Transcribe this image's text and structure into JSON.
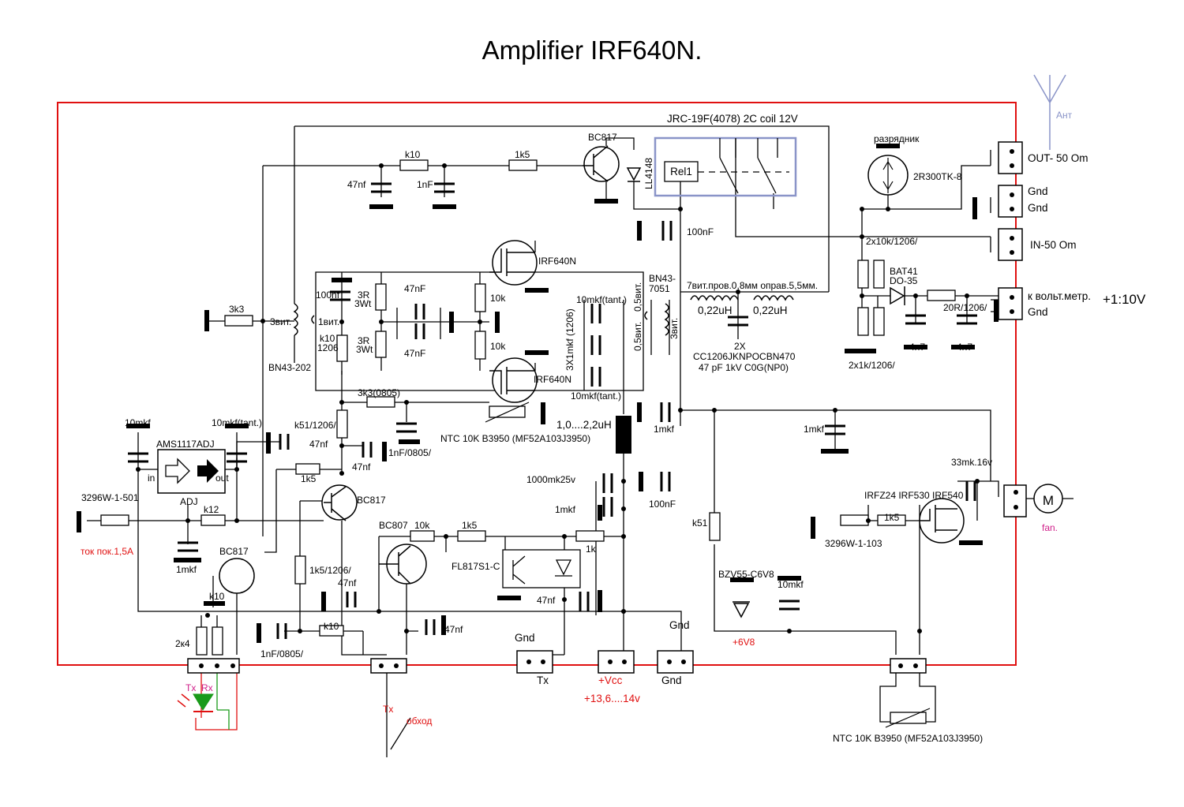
{
  "title": "Amplifier IRF640N.",
  "relay": {
    "caption": "JRC-19F(4078) 2C coil 12V",
    "name": "Rel1"
  },
  "antenna": "Ант",
  "arrester": {
    "label": "разрядник",
    "part": "2R300TK-8"
  },
  "ports": {
    "out": "OUT- 50 Om",
    "gnd1": "Gnd",
    "gnd2": "Gnd",
    "in": "IN-50 Om",
    "voltmeter": "к вольт.метр.",
    "ratio": "+1:10V",
    "voltmeter_gnd": "Gnd"
  },
  "labels": {
    "bc817_top": "BC817",
    "ll4148": "LL4148",
    "k10_top": "k10",
    "r1k5_top": "1k5",
    "c47nf_top": "47nf",
    "c1nf_top": "1nF",
    "c100nf_relay": "100nF",
    "irf640_top": "IRF640N",
    "irf640_bot": "IRF640N",
    "r3k3": "3k3",
    "vit3_left": "3вит.",
    "vit1": "1вит.",
    "bn43_202": "BN43-202",
    "c100nf_gate": "100nf",
    "r3r_a": "3R",
    "r3r_a2": "3Wt",
    "r3r_b": "3R",
    "r3r_b2": "3Wt",
    "k10_1206": "k10",
    "k10_1206b": "1206",
    "c47nf_a": "47nF",
    "c47nf_b": "47nF",
    "r10k_a": "10k",
    "r10k_b": "10k",
    "c10mkf_tant_top": "10mkf(tant.)",
    "c3x1mkf": "3X1mkf (1206)",
    "c10mkf_tant_bot": "10mkf(tant.)",
    "vit05a": "0,5вит.",
    "vit05b": "0,5вит.",
    "bn43_7051a": "BN43-",
    "bn43_7051b": "7051",
    "vit3_right": "3вит.",
    "coil_spec": "7вит.пров.0,8мм оправ.5,5мм.",
    "l022a": "0,22uH",
    "l022b": "0,22uH",
    "c2x": "2X",
    "cc1206": "CC1206JKNPOCBN470",
    "c47pf": "47 pF  1kV C0G(NP0)",
    "r2x10k": "2x10k/1206/",
    "bat41": "BAT41",
    "do35": "DO-35",
    "r20r": "20R/1206/",
    "c4n7a": "4n7",
    "c4n7b": "4n7",
    "r2x1k": "2x1k/1206/",
    "r3k3_0805": "3k3(0805)",
    "ntc_top": "NTC 10K B3950 (MF52A103J3950)",
    "l1_2uh": "1,0....2,2uH",
    "c1mkf_mid": "1mkf",
    "c1mkf_right": "1mkf",
    "c33mk": "33mk.16v",
    "irfz24": "IRFZ24 IRF530 IRF540",
    "fan": "fan.",
    "c10mkf_l": "10mkf",
    "c10mkf_tant_l": "10mkf(tant.)",
    "ams1117": "AMS1117ADJ",
    "in": "in",
    "out": "out",
    "adj": "ADJ",
    "k51_1206": "k51/1206/",
    "c47nf_l1": "47nf",
    "c47nf_l2": "47nf",
    "c1nf_0805": "1nF/0805/",
    "r1k5_l": "1k5",
    "bc817_mid": "BC817",
    "r3296_501": "3296W-1-501",
    "k12": "k12",
    "tok": "ток пок.1,5А",
    "c1mkf_l": "1mkf",
    "bc817_bot": "BC817",
    "k10_bot": "k10",
    "r2k4": "2к4",
    "r1k5_1206": "1k5/1206/",
    "c47nf_l3": "47nf",
    "c1nf_0805b": "1nF/0805/",
    "k10_b2": "k10",
    "c47nf_b2": "47nf",
    "bc807": "BC807",
    "r10k_bc807": "10k",
    "r1k5_bc807": "1k5",
    "fl817": "FL817S1-C",
    "r1k": "1k",
    "c47nf_opto": "47nf",
    "c1000mk": "1000mk25v",
    "c1mkf_vcc": "1mkf",
    "c100nf_vcc": "100nF",
    "k51": "k51",
    "bzv55": "BZV55-C6V8",
    "c10mkf_z": "10mkf",
    "v6v8": "+6V8",
    "r3296_103": "3296W-1-103",
    "r1k5_fet": "1k5",
    "tx_led": "Tx",
    "rx_led": "Rx",
    "tx_sw": "Tx",
    "obhod": "обход",
    "gnd_tx": "Gnd",
    "tx_conn": "Tx",
    "vcc": "+Vcc",
    "vcc_range": "+13,6....14v",
    "gnd_top": "Gnd",
    "gnd_bot": "Gnd",
    "ntc_bot": "NTC 10K B3950 (MF52A103J3950)"
  },
  "colors": {
    "border": "#e01010",
    "relay_box": "#8a94c8",
    "ink": "#000000",
    "led_green": "#1a9a1a",
    "led_magenta": "#d0208a"
  }
}
